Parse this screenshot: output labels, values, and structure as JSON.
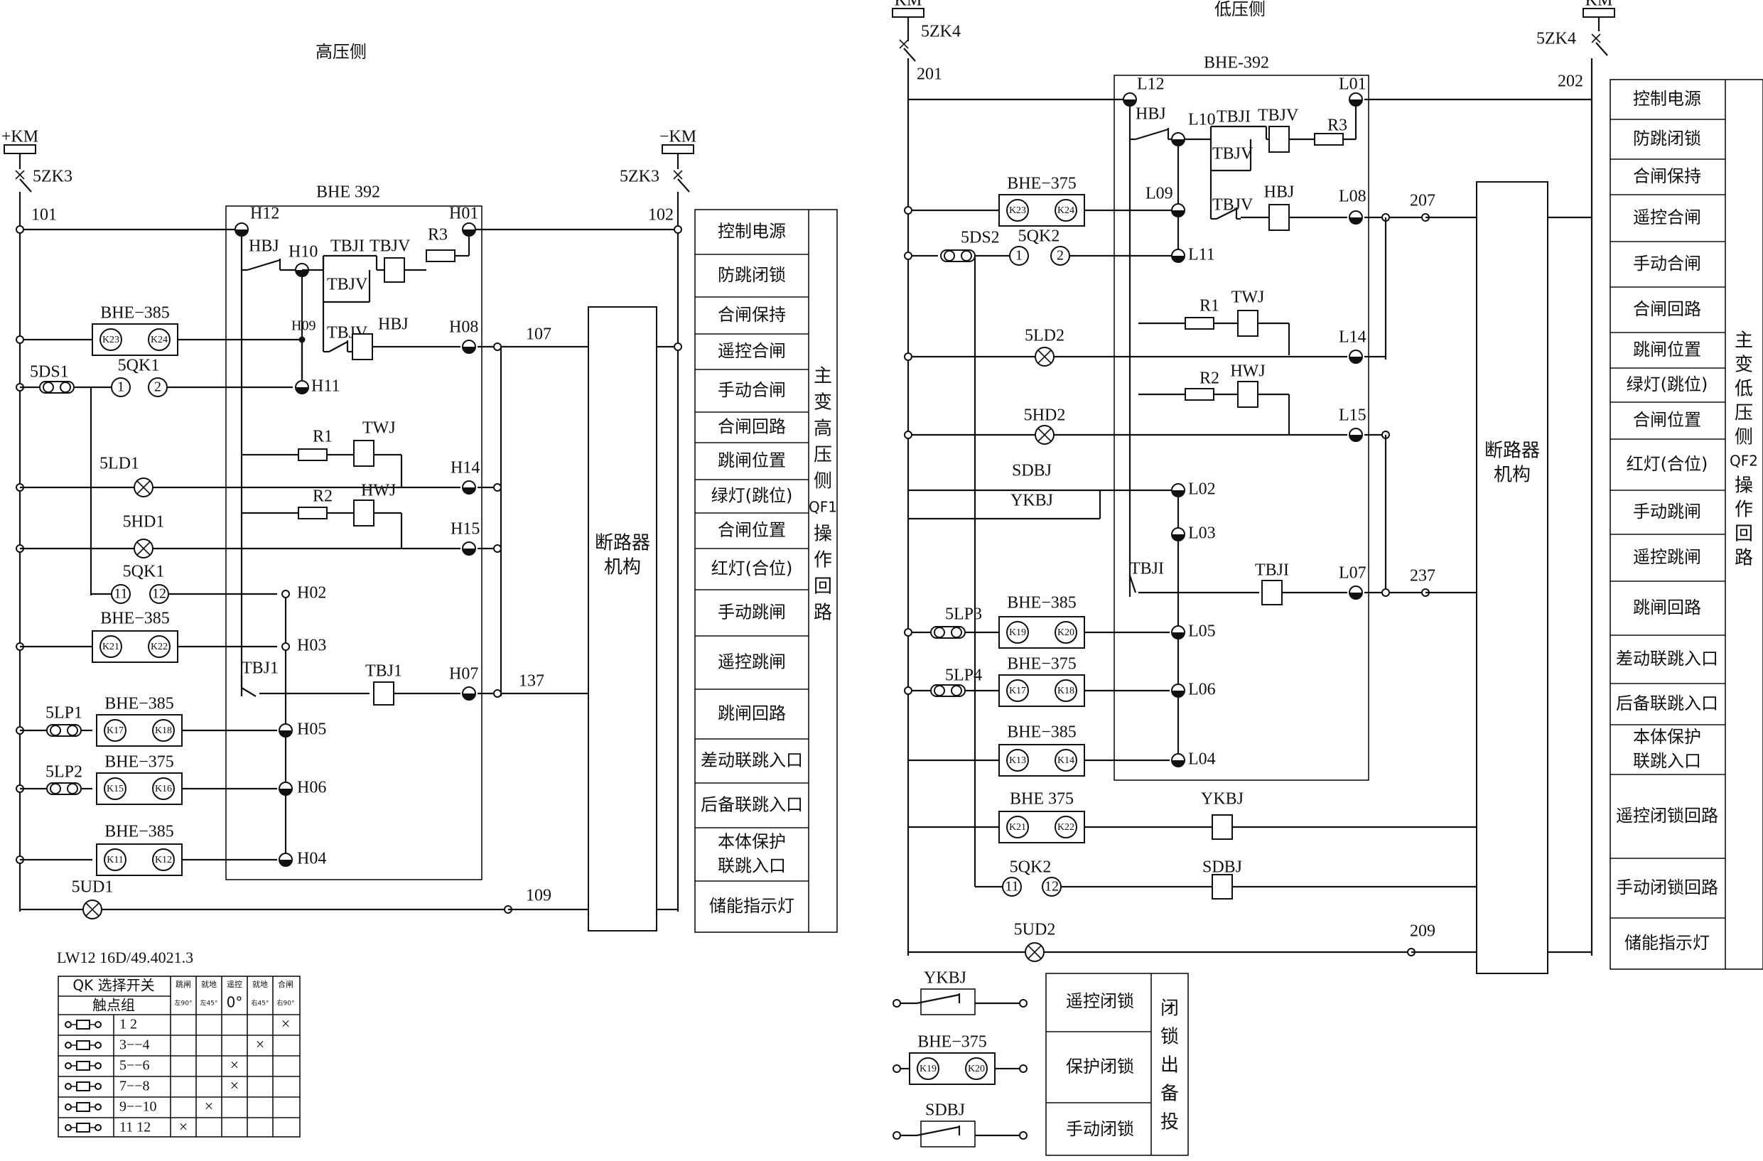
{
  "sides": {
    "hv_title": "高压侧",
    "lv_title": "低压侧",
    "hv_device": "BHE  392",
    "lv_device": "BHE-392"
  },
  "power": {
    "hv_pos": "+KM",
    "hv_neg": "−KM",
    "lv_pos": "KM",
    "lv_neg": "KM",
    "hv_sw_left": "5ZK3",
    "hv_sw_right": "5ZK3",
    "lv_sw_left": "5ZK4",
    "lv_sw_right": "5ZK4"
  },
  "hv": {
    "nodes": {
      "n101": "101",
      "n102": "102",
      "n107": "107",
      "n137": "137",
      "n109": "109",
      "h12": "H12",
      "h01": "H01",
      "h10": "H10",
      "h09": "H09",
      "h11": "H11",
      "h08": "H08",
      "h14": "H14",
      "h15": "H15",
      "h02": "H02",
      "h03": "H03",
      "h07": "H07",
      "h05": "H05",
      "h06": "H06",
      "h04": "H04"
    },
    "parts": {
      "hbj": "HBJ",
      "tbji_top": "TBJI",
      "tbjv": "TBJV",
      "r3": "R3",
      "tbjv_b": "TBJV",
      "tbjv_c": "TBJV",
      "hbj_coil": "HBJ",
      "r1": "R1",
      "twj": "TWJ",
      "r2": "R2",
      "hwj": "HWJ",
      "tbj1": "TBJ1",
      "tbj1_coil": "TBJ1",
      "bhe385_a": "BHE−385",
      "k23": "K23",
      "k24": "K24",
      "ds1": "5DS1",
      "qk1_top": "5QK1",
      "c1": "1",
      "c2": "2",
      "ld1": "5LD1",
      "hd1": "5HD1",
      "qk1_bot": "5QK1",
      "c11": "11",
      "c12": "12",
      "bhe385_b": "BHE−385",
      "k21": "K21",
      "k22": "K22",
      "lp1": "5LP1",
      "bhe385_c": "BHE−385",
      "k17": "K17",
      "k18": "K18",
      "lp2": "5LP2",
      "bhe375": "BHE−375",
      "k15": "K15",
      "k16": "K16",
      "bhe385_d": "BHE−385",
      "k11": "K11",
      "k12": "K12",
      "ud1": "5UD1",
      "breaker": "断路器\n机构"
    },
    "functions": [
      "控制电源",
      "防跳闭锁",
      "合闸保持",
      "遥控合闸",
      "手动合闸",
      "合闸回路",
      "跳闸位置",
      "绿灯(跳位)",
      "合闸位置",
      "红灯(合位)",
      "手动跳闸",
      "遥控跳闸",
      "跳闸回路",
      "差动联跳入口",
      "后备联跳入口",
      "本体保护\n联跳入口",
      "储能指示灯"
    ],
    "vertical_title": [
      "主",
      "变",
      "高",
      "压",
      "侧",
      "QF1",
      "操",
      "作",
      "回",
      "路"
    ]
  },
  "lv": {
    "nodes": {
      "n201": "201",
      "n202": "202",
      "n207": "207",
      "n237": "237",
      "n209": "209",
      "l12": "L12",
      "l01": "L01",
      "l10": "L10",
      "l09": "L09",
      "l11": "L11",
      "l08": "L08",
      "l14": "L14",
      "l15": "L15",
      "l02": "L02",
      "l03": "L03",
      "l07": "L07",
      "l05": "L05",
      "l06": "L06",
      "l04": "L04"
    },
    "parts": {
      "hbj": "HBJ",
      "tbji_top": "TBJI",
      "tbjv": "TBJV",
      "r3": "R3",
      "tbjv_b": "TBJV",
      "tbjv_c": "TBJV",
      "hbj_coil": "HBJ",
      "bhe375_a": "BHE−375",
      "k23": "K23",
      "k24": "K24",
      "ds2": "5DS2",
      "qk2_top": "5QK2",
      "c1": "1",
      "c2": "2",
      "r1": "R1",
      "twj": "TWJ",
      "ld2": "5LD2",
      "r2": "R2",
      "hwj": "HWJ",
      "hd2": "5HD2",
      "sdbj": "SDBJ",
      "ykbj": "YKBJ",
      "tbji_l": "TBJI",
      "tbji_coil": "TBJI",
      "lp3": "5LP3",
      "bhe385_a": "BHE−385",
      "k19": "K19",
      "k20": "K20",
      "lp4": "5LP4",
      "bhe375_b": "BHE−375",
      "k17": "K17",
      "k18": "K18",
      "bhe385_b": "BHE−385",
      "k13": "K13",
      "k14": "K14",
      "bhe375_c": "BHE  375",
      "k21": "K21",
      "k22": "K22",
      "ykbj_coil": "YKBJ",
      "qk2_bot": "5QK2",
      "c11": "11",
      "c12": "12",
      "sdbj_coil": "SDBJ",
      "ud2": "5UD2",
      "breaker": "断路器\n机构"
    },
    "functions": [
      "控制电源",
      "防跳闭锁",
      "合闸保持",
      "遥控合闸",
      "手动合闸",
      "合闸回路",
      "跳闸位置",
      "绿灯(跳位)",
      "合闸位置",
      "红灯(合位)",
      "手动跳闸",
      "遥控跳闸",
      "跳闸回路",
      "差动联跳入口",
      "后备联跳入口",
      "本体保护\n联跳入口",
      "遥控闭锁回路",
      "手动闭锁回路",
      "储能指示灯"
    ],
    "vertical_title": [
      "主",
      "变",
      "低",
      "压",
      "侧",
      "QF2",
      "操",
      "作",
      "回",
      "路"
    ]
  },
  "lockout": {
    "ykbj": "YKBJ",
    "bhe375": "BHE−375",
    "k19": "K19",
    "k20": "K20",
    "sdbj": "SDBJ",
    "rows": [
      "遥控闭锁",
      "保护闭锁",
      "手动闭锁"
    ],
    "title": [
      "闭",
      "锁",
      "出",
      "备",
      "投"
    ]
  },
  "switch_table": {
    "model": "LW12   16D/49.4021.3",
    "header_main": "QK 选择开关",
    "header_sub": "触点组",
    "positions": [
      "跳闸",
      "就地",
      "遥控",
      "就地",
      "合闸"
    ],
    "angles": [
      "左90°",
      "左45°",
      "0°",
      "右45°",
      "右90°"
    ],
    "rows": [
      {
        "contacts": "1    2",
        "marks": [
          0,
          0,
          0,
          0,
          1
        ]
      },
      {
        "contacts": "3−−4",
        "marks": [
          0,
          0,
          0,
          1,
          0
        ]
      },
      {
        "contacts": "5−−6",
        "marks": [
          0,
          0,
          1,
          0,
          0
        ]
      },
      {
        "contacts": "7−−8",
        "marks": [
          0,
          0,
          1,
          0,
          0
        ]
      },
      {
        "contacts": "9−−10",
        "marks": [
          0,
          1,
          0,
          0,
          0
        ]
      },
      {
        "contacts": "11   12",
        "marks": [
          1,
          0,
          0,
          0,
          0
        ]
      }
    ],
    "mark_symbol": "×"
  }
}
